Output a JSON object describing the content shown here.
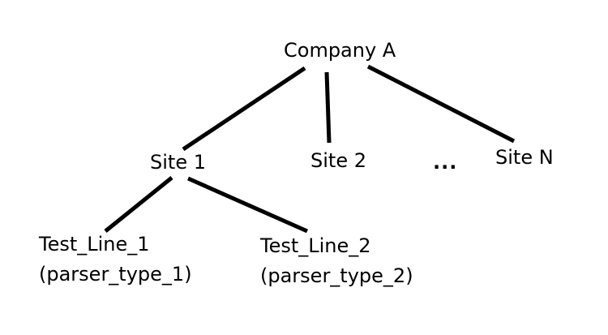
{
  "nodes": {
    "root": "Company A",
    "site_1": "Site 1",
    "site_2": "Site 2",
    "ellipsis": "...",
    "site_n": "Site N",
    "test_line_1": {
      "name": "Test_Line_1",
      "parser": "(parser_type_1)"
    },
    "test_line_2": {
      "name": "Test_Line_2",
      "parser": "(parser_type_2)"
    }
  },
  "colors": {
    "background": "#ffffff",
    "ink": "#000000"
  }
}
